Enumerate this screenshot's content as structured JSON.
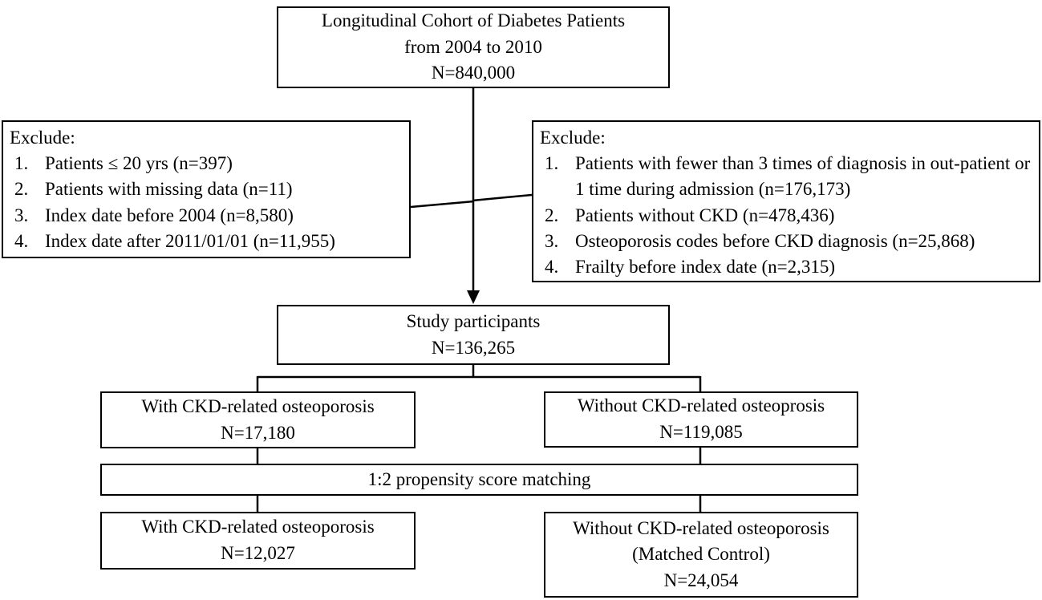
{
  "colors": {
    "line": "#000000",
    "text": "#000000",
    "background": "#ffffff"
  },
  "diagram": {
    "top_box": {
      "line1": "Longitudinal Cohort of Diabetes Patients",
      "line2": "from 2004 to 2010",
      "n": "N=840,000"
    },
    "exclude_left": {
      "title": "Exclude:",
      "items": [
        {
          "num": "1.",
          "text": "Patients ≤ 20 yrs (n=397)"
        },
        {
          "num": "2.",
          "text": "Patients with missing data (n=11)"
        },
        {
          "num": "3.",
          "text": "Index date before 2004 (n=8,580)"
        },
        {
          "num": "4.",
          "text": "Index date after 2011/01/01 (n=11,955)"
        }
      ]
    },
    "exclude_right": {
      "title": "Exclude:",
      "items": [
        {
          "num": "1.",
          "text": "Patients with fewer than 3 times of diagnosis in out-patient or 1 time during admission (n=176,173)"
        },
        {
          "num": "2.",
          "text": "Patients without CKD (n=478,436)"
        },
        {
          "num": "3.",
          "text": "Osteoporosis codes before CKD diagnosis (n=25,868)"
        },
        {
          "num": "4.",
          "text": "Frailty before index date (n=2,315)"
        }
      ]
    },
    "study_box": {
      "line1": "Study participants",
      "n": "N=136,265"
    },
    "branch_left": {
      "line1": "With CKD-related osteoporosis",
      "n": "N=17,180"
    },
    "branch_right": {
      "line1": "Without CKD-related osteoprosis",
      "n": "N=119,085"
    },
    "matching_box": {
      "label": "1:2 propensity score matching"
    },
    "final_left": {
      "line1": "With CKD-related osteoporosis",
      "n": "N=12,027"
    },
    "final_right": {
      "line1": "Without CKD-related osteoporosis",
      "line2": "(Matched Control)",
      "n": "N=24,054"
    }
  }
}
